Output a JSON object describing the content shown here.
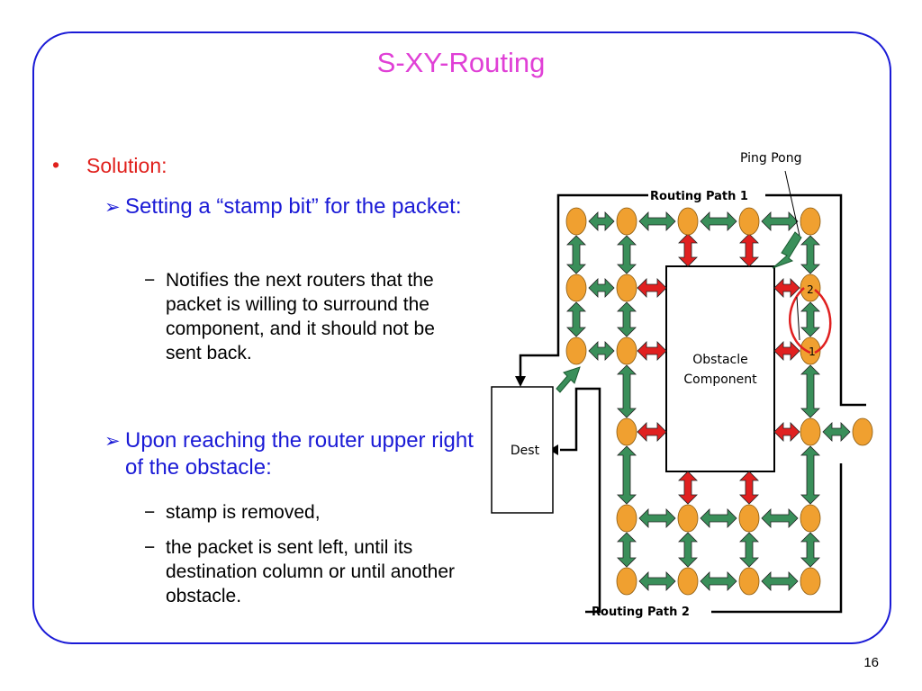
{
  "slide": {
    "title": "S-XY-Routing",
    "page_number": "16",
    "bullets": {
      "level1": "Solution:",
      "sub1": "Setting a “stamp bit” for the packet:",
      "sub1_points": [
        "Notifies the next routers that the packet is willing to surround the component, and it should not be sent back."
      ],
      "sub2": "Upon reaching the router upper right of the obstacle:",
      "sub2_points": [
        "stamp is removed,",
        "the packet is sent left, until its destination column or until another obstacle."
      ]
    }
  },
  "diagram": {
    "labels": {
      "ping_pong": "Ping Pong",
      "routing_path_1": "Routing Path 1",
      "routing_path_2": "Routing Path 2",
      "obstacle_line1": "Obstacle",
      "obstacle_line2": "Component",
      "dest": "Dest",
      "node_1": "1",
      "node_2": "2"
    },
    "colors": {
      "router": "#f0a030",
      "link": "#3a8f5a",
      "blocked_link": "#e02020",
      "ping_pong_arc": "#e02020"
    }
  }
}
